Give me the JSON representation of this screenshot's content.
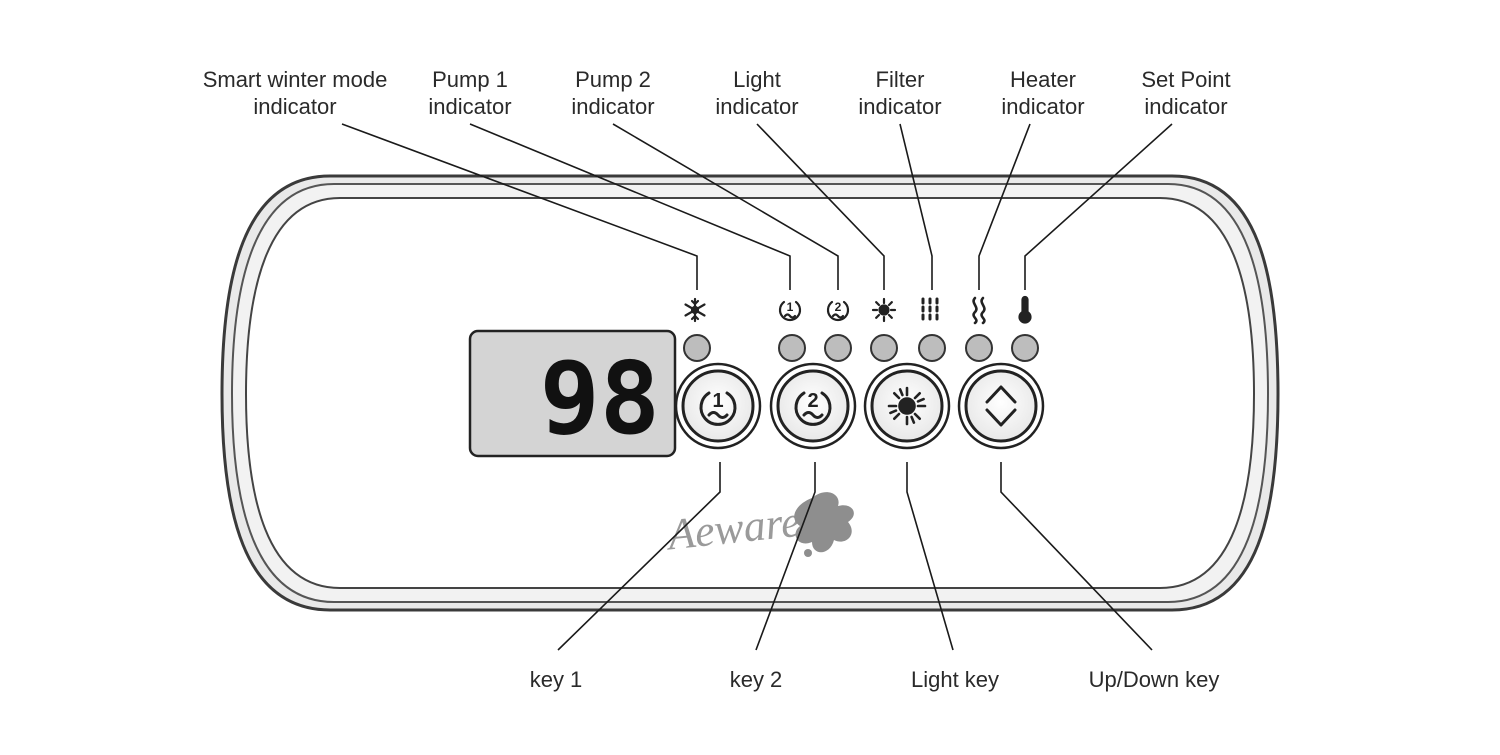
{
  "panel": {
    "display_value": "98",
    "brand": "Aeware",
    "colors": {
      "bezel": "#3a3a3a",
      "panel_face": "#ffffff",
      "display_bg": "#d4d4d4",
      "led_off": "#bdbdbd",
      "digits": "#111111",
      "leader_lines": "#1a1a1a"
    }
  },
  "indicators": [
    {
      "icon": "snowflake-icon",
      "label_line1": "Smart winter mode",
      "label_line2": "indicator"
    },
    {
      "icon": "pump1-icon",
      "label_line1": "Pump 1",
      "label_line2": "indicator"
    },
    {
      "icon": "pump2-icon",
      "label_line1": "Pump 2",
      "label_line2": "indicator"
    },
    {
      "icon": "light-icon",
      "label_line1": "Light",
      "label_line2": "indicator"
    },
    {
      "icon": "filter-icon",
      "label_line1": "Filter",
      "label_line2": "indicator"
    },
    {
      "icon": "heater-icon",
      "label_line1": "Heater",
      "label_line2": "indicator"
    },
    {
      "icon": "thermometer-icon",
      "label_line1": "Set Point",
      "label_line2": "indicator"
    }
  ],
  "keys": [
    {
      "icon": "pump1-icon",
      "label": "key 1"
    },
    {
      "icon": "pump2-icon",
      "label": "key 2"
    },
    {
      "icon": "light-icon",
      "label": "Light key"
    },
    {
      "icon": "up-down-icon",
      "label": "Up/Down key"
    }
  ]
}
